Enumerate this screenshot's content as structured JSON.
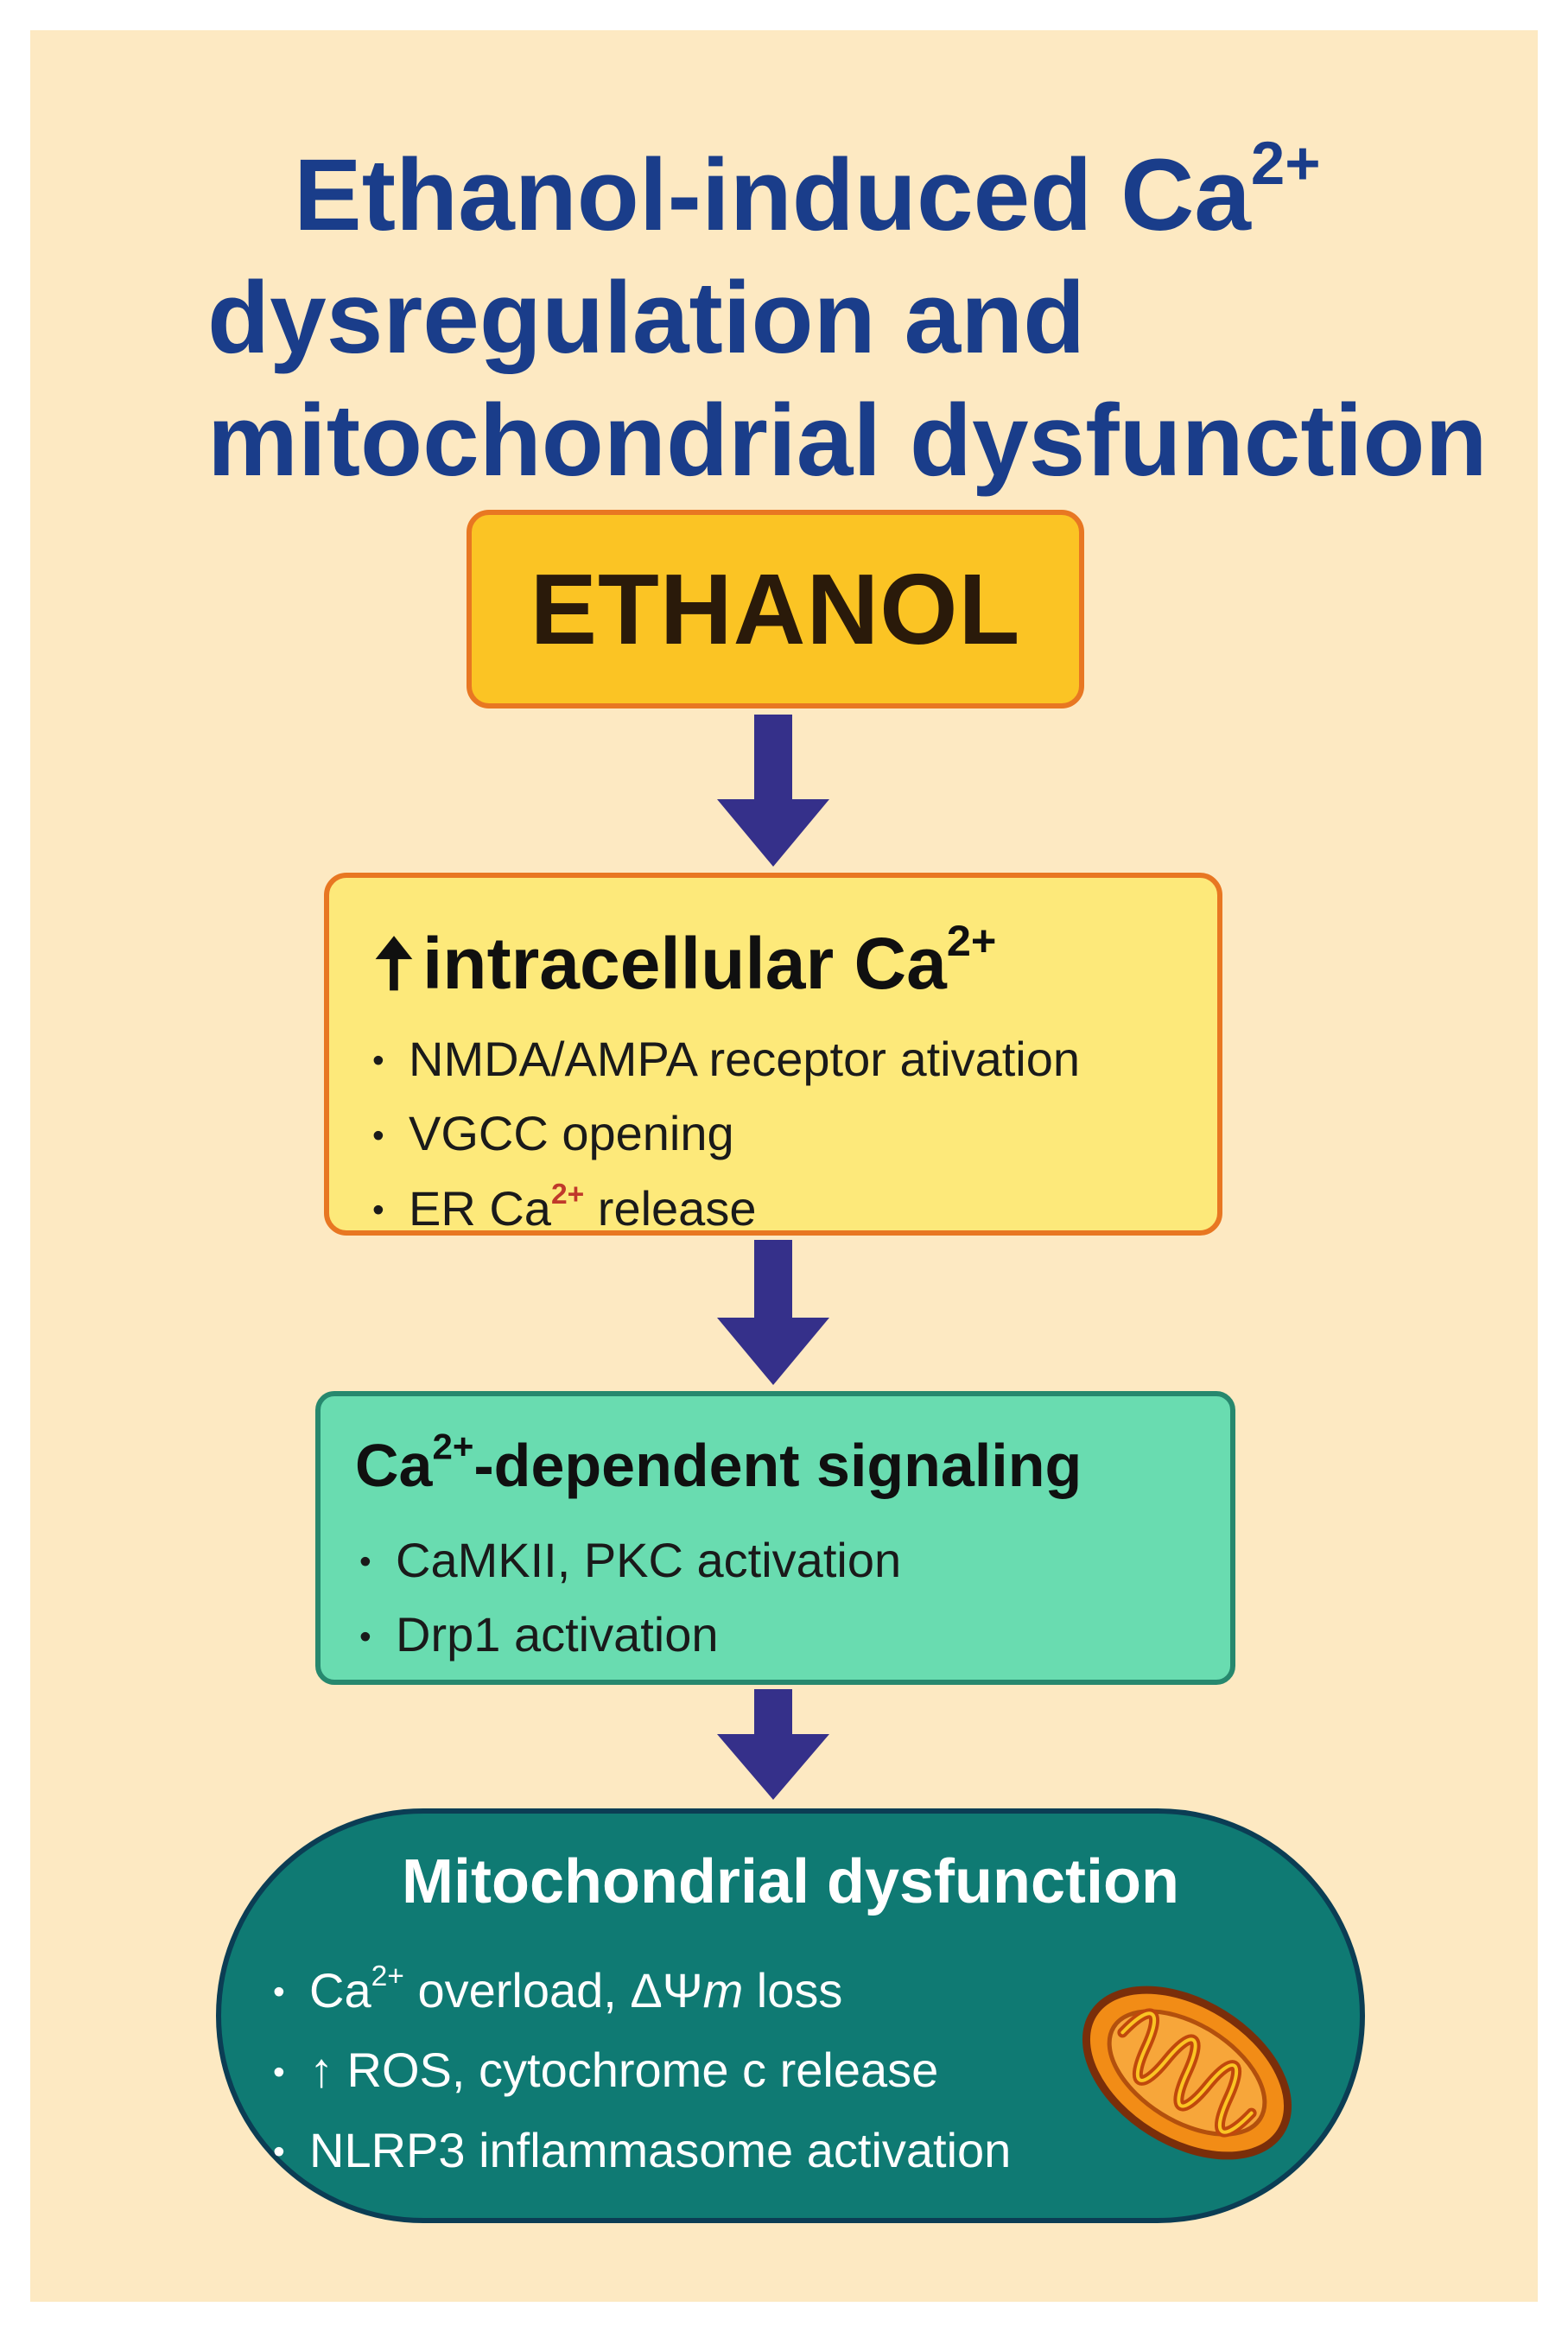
{
  "title": {
    "line1_pre": "Ethanol-induced Ca",
    "line1_sup": "2+",
    "line2": "dysregulation and",
    "line3": "mitochondrial dysfunction"
  },
  "ethanol": {
    "label": "ETHANOL"
  },
  "calcium": {
    "arrow_symbol": "🠅",
    "title_pre": "intracellular Ca",
    "title_sup": "2+",
    "items": [
      {
        "text": "NMDA/AMPA receptor ativation"
      },
      {
        "text": "VGCC opening"
      },
      {
        "pre": "ER Ca",
        "sup": "2+",
        "post": " release"
      }
    ]
  },
  "signaling": {
    "title_pre": "Ca",
    "title_sup": "2+",
    "title_post": "-dependent signaling",
    "items": [
      {
        "text": "CaMKII, PKC activation"
      },
      {
        "text": "Drp1 activation"
      }
    ]
  },
  "mitochondria": {
    "title": "Mitochondrial dysfunction",
    "items": [
      {
        "pre": "Ca",
        "sup": "2+",
        "mid": " overload, ΔΨ",
        "em": "m",
        "post": " loss"
      },
      {
        "text": "↑ ROS, cytochrome c release"
      },
      {
        "text": "NLRP3 inflammasome activation"
      }
    ]
  },
  "colors": {
    "background": "#fde9c2",
    "title": "#1a3d8a",
    "ethanol_fill": "#fbc424",
    "calcium_fill": "#fde97a",
    "box_border_orange": "#e87722",
    "signaling_fill": "#69dcb0",
    "mito_fill": "#0f7a73",
    "arrow": "#35308a"
  },
  "icons": [
    "down-arrow",
    "mitochondrion-icon"
  ]
}
